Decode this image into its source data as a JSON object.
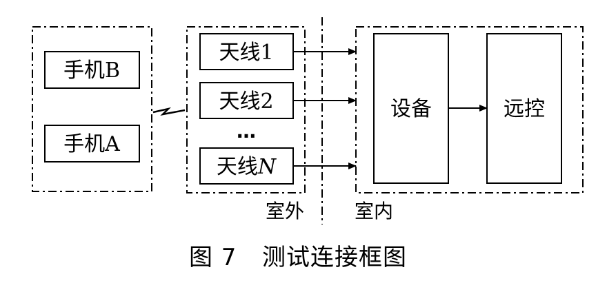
{
  "phones": {
    "phone_b": "手机B",
    "phone_a": "手机A"
  },
  "antennas": {
    "antenna_1": "天线1",
    "antenna_2": "天线2",
    "ellipsis": "…",
    "antenna_n_prefix": "天线",
    "antenna_n_suffix": "N"
  },
  "indoor": {
    "device": "设备",
    "remote": "远控"
  },
  "zones": {
    "outdoor": "室外",
    "indoor": "室内"
  },
  "caption": {
    "figure": "图 7",
    "title": "测试连接框图"
  },
  "colors": {
    "line": "#000000",
    "background": "#ffffff"
  }
}
